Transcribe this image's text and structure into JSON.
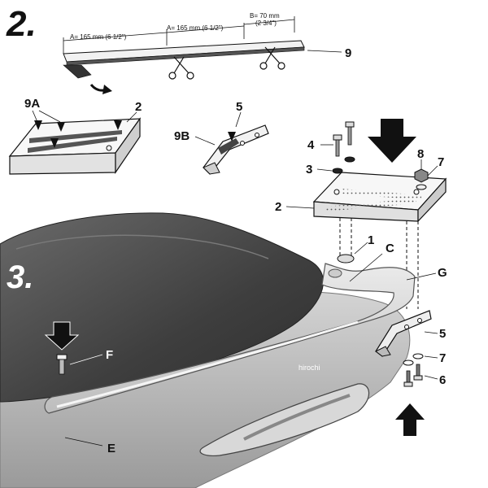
{
  "step2": {
    "number": "2.",
    "dimension_a1": "A= 165 mm (6 1/2\")",
    "dimension_a2": "A= 165 mm (6 1/2\")",
    "dimension_b_line1": "B= 70 mm",
    "dimension_b_line2": "(2 3/4\")",
    "labels": {
      "strip": "9",
      "strip_part": "9A",
      "plate": "2",
      "bracket": "5",
      "bracket_part": "9B"
    }
  },
  "assembly": {
    "labels": {
      "screw": "4",
      "washer": "3",
      "plate": "2",
      "nut": "8",
      "washer_small": "7"
    }
  },
  "step3": {
    "number": "3.",
    "labels": {
      "spacer": "1",
      "c": "C",
      "g": "G",
      "bracket": "5",
      "washer": "7",
      "screw": "6",
      "f": "F",
      "e": "E"
    }
  },
  "watermark": "hirochi",
  "colors": {
    "ink": "#111111",
    "seat": "#4a4a4a",
    "body": "#b8b8b8",
    "rack": "#cfcfcf",
    "highlight": "#e8e8e8"
  }
}
